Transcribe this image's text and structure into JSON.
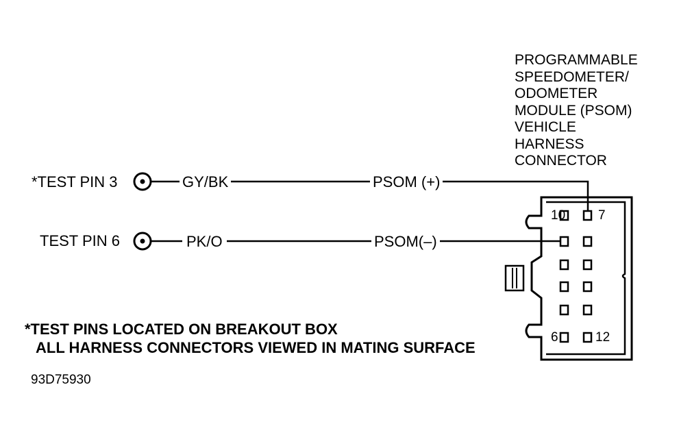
{
  "connector": {
    "title_lines": [
      "PROGRAMMABLE",
      "SPEEDOMETER/",
      "ODOMETER",
      "MODULE (PSOM)",
      "VEHICLE",
      "HARNESS",
      "CONNECTOR"
    ],
    "pin_labels": {
      "top_left": "10",
      "top_right": "7",
      "bottom_left": "6",
      "bottom_right": "12"
    }
  },
  "circuits": [
    {
      "test_pin": "*TEST PIN 3",
      "wire_color": "GY/BK",
      "signal": "PSOM (+)"
    },
    {
      "test_pin": "TEST PIN 6",
      "wire_color": "PK/O",
      "signal": "PSOM(–)"
    }
  ],
  "notes": [
    "*TEST PINS LOCATED ON BREAKOUT BOX",
    "ALL HARNESS CONNECTORS VIEWED IN MATING SURFACE"
  ],
  "figure_id": "93D75930"
}
